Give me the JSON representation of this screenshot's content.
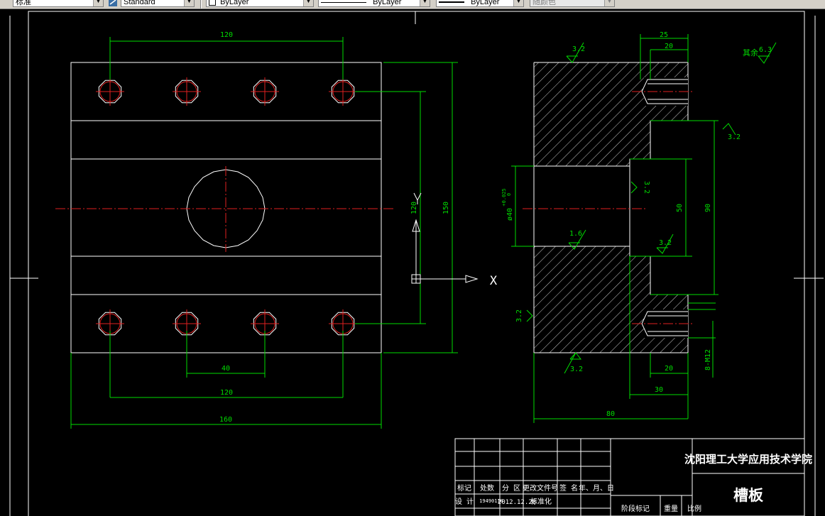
{
  "toolbar": {
    "text_style": "标准",
    "dim_style": "Standard",
    "layer": "ByLayer",
    "linetype": "ByLayer",
    "lineweight": "ByLayer",
    "plot_style": "随颜色"
  },
  "front_view": {
    "dim_top": "120",
    "dim_bottom_spacing": "40",
    "dim_bottom_centers": "120",
    "dim_bottom_width": "160",
    "dim_vertical_holes": "120",
    "dim_vertical_height": "150",
    "axis_label": "X"
  },
  "side_view": {
    "dim_25": "25",
    "dim_20_top": "20",
    "dim_20_bottom": "20",
    "dim_30": "30",
    "dim_80": "80",
    "dim_50": "50",
    "dim_90": "90",
    "dim_bore": "ø40",
    "dim_bore_tol_upper": "+0.025",
    "dim_bore_tol_lower": "0",
    "dim_thread": "8-M12",
    "rough_3_2": "3.2",
    "rough_1_6": "1.6",
    "rough_rest_label": "其余",
    "rough_rest_value": "6.3"
  },
  "title_block": {
    "school": "沈阳理工大学应用技术学院",
    "part_name": "槽板",
    "row_labels": [
      "标记",
      "处数",
      "分 区",
      "更改文件号",
      "签 名",
      "年、月、日"
    ],
    "design_label": "设 计",
    "design_code": "19490118",
    "design_date": "2012.12.28",
    "standardize_label": "标准化",
    "stage_mark_label": "阶段标记",
    "weight_label": "重量",
    "scale_label": "比例"
  }
}
